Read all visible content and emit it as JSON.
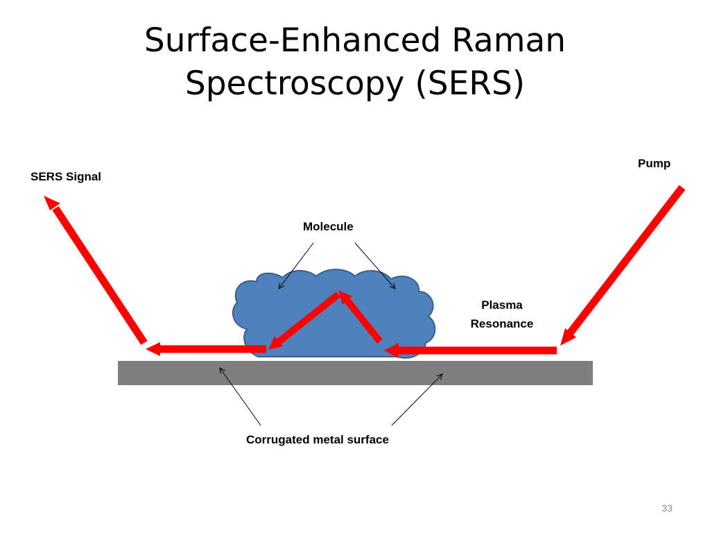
{
  "slide": {
    "title_line1": "Surface-Enhanced Raman",
    "title_line2": "Spectroscopy (SERS)",
    "page_number": "33"
  },
  "labels": {
    "sers_signal": "SERS Signal",
    "pump": "Pump",
    "molecule": "Molecule",
    "plasma_line1": "Plasma",
    "plasma_line2": "Resonance",
    "metal_surface": "Corrugated metal surface"
  },
  "colors": {
    "arrow_red": "#ff0000",
    "molecule_fill": "#4f81bd",
    "molecule_stroke": "#3a5f8f",
    "metal_fill": "#7f7f7f"
  }
}
